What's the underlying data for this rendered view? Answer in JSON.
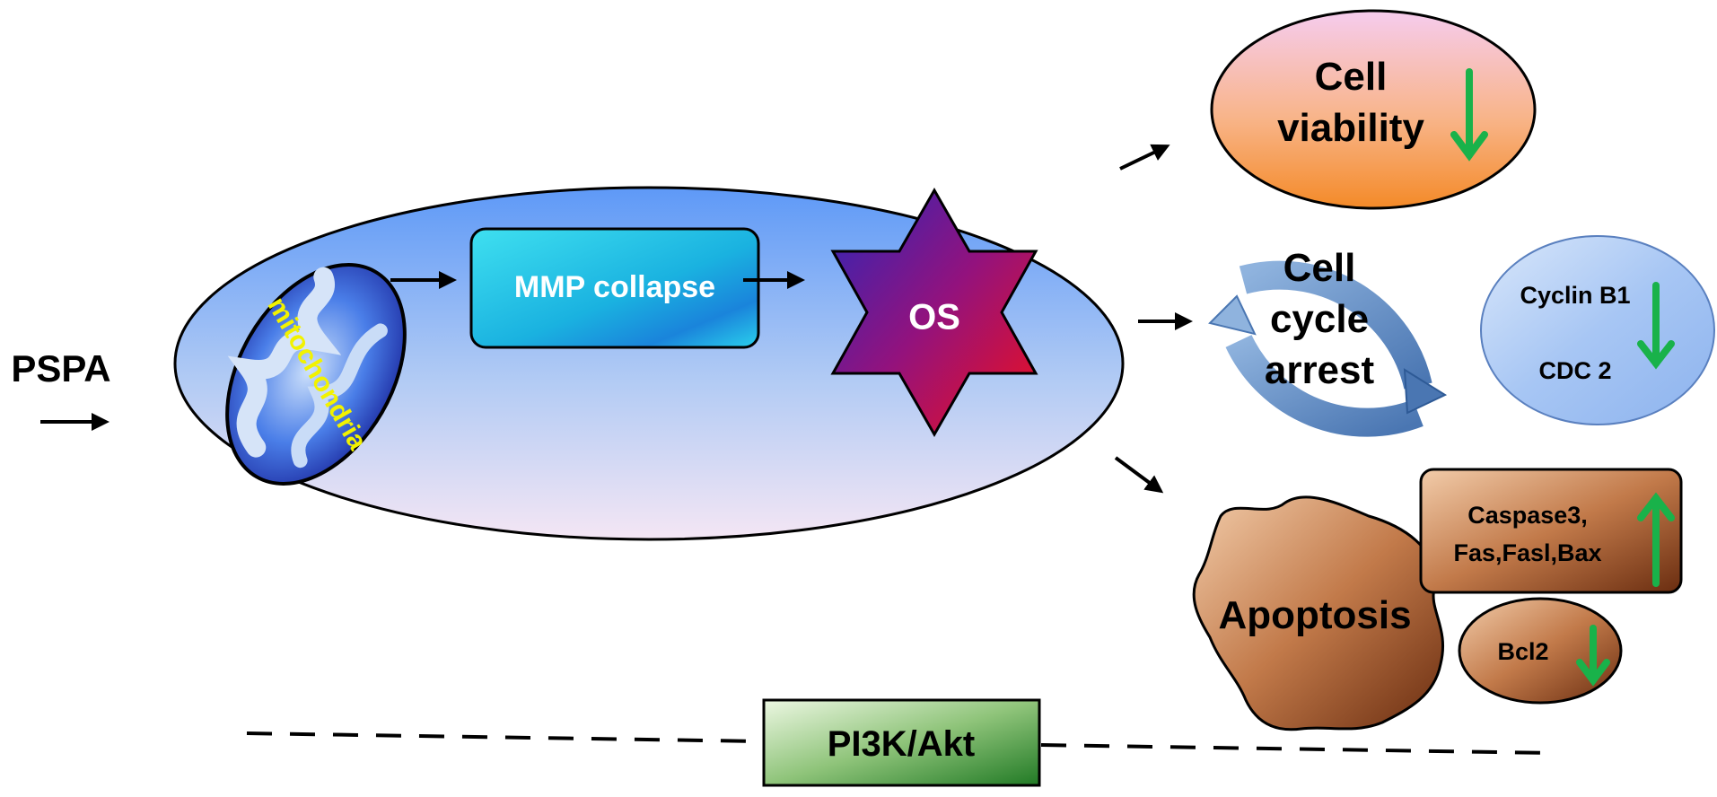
{
  "input": {
    "label": "PSPA"
  },
  "cell": {
    "organelle_label": "mitochondria",
    "mmp_label": "MMP collapse",
    "os_label": "OS"
  },
  "outcomes": {
    "viability": {
      "line1": "Cell",
      "line2": "viability",
      "direction": "down"
    },
    "cycle_arrest": {
      "line1": "Cell",
      "line2": "cycle",
      "line3": "arrest",
      "markers": [
        "Cyclin B1",
        "CDC 2"
      ],
      "direction": "down"
    },
    "apoptosis": {
      "label": "Apoptosis",
      "up_markers": {
        "line1": "Caspase3,",
        "line2": "Fas,Fasl,Bax"
      },
      "down_marker": "Bcl2"
    }
  },
  "pathway": {
    "label": "PI3K/Akt"
  },
  "colors": {
    "arrow_black": "#000000",
    "trend_green": "#19b24a",
    "mito_text": "#f2f200",
    "cell_gradient": [
      "#5e99f7",
      "#f4e6f4"
    ],
    "pathway_gradient": [
      "#ecf7e2",
      "#217a25"
    ]
  }
}
